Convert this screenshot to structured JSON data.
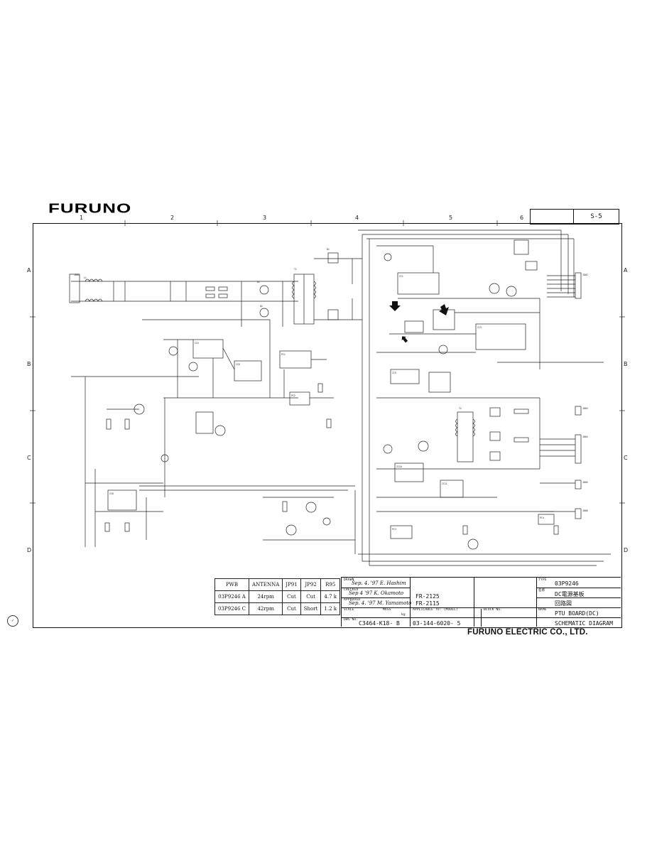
{
  "brand": {
    "logo_text": "FURUNO"
  },
  "sheet": {
    "page_label": "S-5"
  },
  "grid": {
    "columns": [
      "1",
      "2",
      "3",
      "4",
      "5",
      "6"
    ],
    "rows": [
      "A",
      "B",
      "C",
      "D"
    ]
  },
  "jumper_table": {
    "headers": [
      "PWB",
      "ANTENNA",
      "JP91",
      "JP92",
      "R95"
    ],
    "rows": [
      [
        "03P9246 A",
        "24rpm",
        "Cut",
        "Cut",
        "4.7 k"
      ],
      [
        "03P9246 C",
        "42rpm",
        "Cut",
        "Short",
        "1.2 k"
      ]
    ]
  },
  "title_block": {
    "drawn_caption": "DRAWN",
    "drawn_sig": "Sep. 4. '97 E. Hashim",
    "checked_caption": "CHECKED",
    "checked_sig": "Sep 4 '97 K. Okamoto",
    "approved_caption": "APPROVED",
    "approved_sig": "Sep. 4. '97 M. Yamamoto",
    "scale_caption": "SCALE",
    "mass_caption": "MASS",
    "mass_unit": "kg",
    "dwg_caption": "DWG No.",
    "dwg_no": "C3464-K18- B",
    "models": [
      "FR-2125",
      "FR-2115"
    ],
    "applicable_caption": "APPLICABLE TO: (MODEL)",
    "block_caption": "BLOCK No.",
    "doc_no": "03-144-6020- 5",
    "type_caption": "TYPE",
    "type_value": "03P9246",
    "jp_name_caption": "名称",
    "jp_name_value": "DC電源基板",
    "jp_kind_value": "回路図",
    "name_caption": "NAME",
    "name_value": "PTU BOARD(DC)",
    "kind_value": "SCHEMATIC DIAGRAM"
  },
  "company": "FURUNO ELECTRIC CO., LTD."
}
